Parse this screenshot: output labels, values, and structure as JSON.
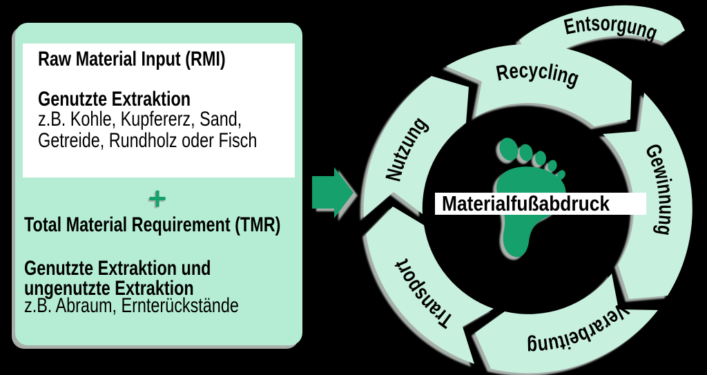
{
  "colors": {
    "background": "#000000",
    "panel_bg": "#b5edd4",
    "ring_fill": "#c8f0de",
    "accent_green": "#16a06c",
    "shadow_gray": "#a9b0ab",
    "text": "#000000"
  },
  "panel": {
    "rmi_title": "Raw Material Input (RMI)",
    "rmi_subtitle": "Genutzte Extraktion",
    "rmi_line1": "z.B. Kohle, Kupfererz, Sand,",
    "rmi_line2": "Getreide, Rundholz oder Fisch",
    "plus_symbol": "+",
    "tmr_title": "Total Material Requirement (TMR)",
    "tmr_sub1": "Genutzte Extraktion und",
    "tmr_sub2": "ungenutzte Extraktion",
    "tmr_line1": "z.B. Abraum, Ernterückstände"
  },
  "cycle": {
    "center_label": "Materialfußabdruck",
    "segments": [
      {
        "label": "Recycling"
      },
      {
        "label": "Gewinnung"
      },
      {
        "label": "Verarbeitung"
      },
      {
        "label": "Transport"
      },
      {
        "label": "Nutzung"
      },
      {
        "label": "Entsorgung"
      }
    ]
  }
}
